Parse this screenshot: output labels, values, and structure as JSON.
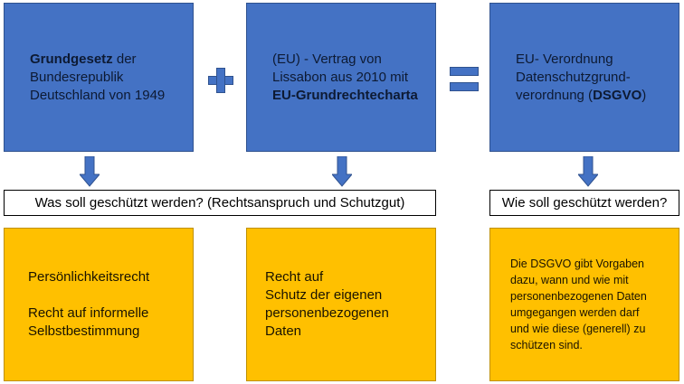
{
  "box1": {
    "line1_bold": "Grundgesetz",
    "line1_rest": " der",
    "line2": "Bundesrepublik",
    "line3": "Deutschland von 1949"
  },
  "box2": {
    "line1": "(EU) - Vertrag von",
    "line2": "Lissabon aus 2010 mit",
    "line3_bold": "EU-Grundrechtecharta"
  },
  "box3": {
    "line1": "EU- Verordnung",
    "line2": "Datenschutzgrund-",
    "line3_prefix": "verordnung (",
    "line3_bold": "DSGVO",
    "line3_suffix": ")"
  },
  "question_left": "Was soll geschützt werden? (Rechtsanspruch und Schutzgut)",
  "question_right": "Wie soll geschützt werden?",
  "yellow1": {
    "line1": "Persönlichkeitsrecht",
    "line2": "Recht auf informelle",
    "line3": "Selbstbestimmung"
  },
  "yellow2": {
    "line1": "Recht auf",
    "line2": "Schutz der eigenen",
    "line3": "personenbezogenen",
    "line4": "Daten"
  },
  "yellow3": {
    "line1": "Die DSGVO gibt Vorgaben",
    "line2": "dazu, wann und wie mit",
    "line3": "personenbezogenen Daten",
    "line4": "umgegangen werden darf",
    "line5": "und wie diese (generell) zu",
    "line6": "schützen sind."
  }
}
